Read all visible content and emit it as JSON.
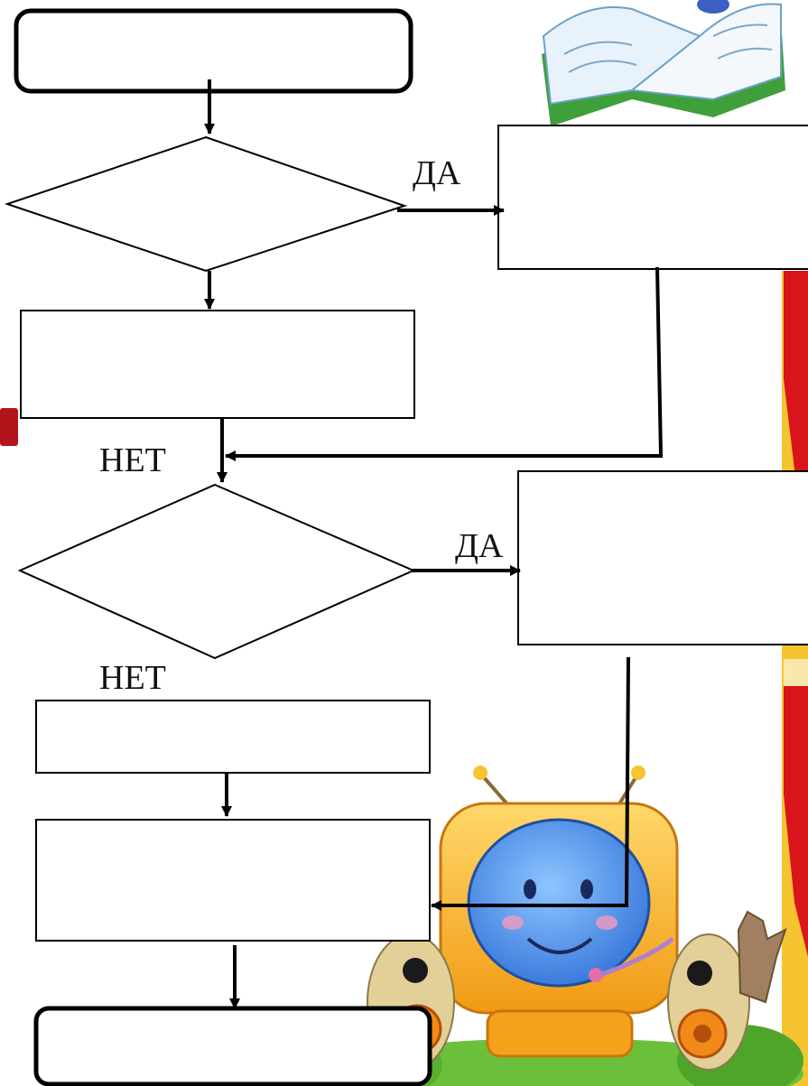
{
  "labels": {
    "yes_1": "ДА",
    "yes_2": "ДА",
    "no_1": "НЕТ",
    "no_2": "НЕТ"
  },
  "nodes": {
    "start": "",
    "decision_1": "",
    "action_yes_1": "",
    "action_no_1": "",
    "decision_2": "",
    "action_yes_2": "",
    "action_no_2": "",
    "merge_block": "",
    "end": ""
  },
  "decorations": {
    "top_right": "open-book-illustration",
    "bottom_right": "cartoon-computer-with-speakers",
    "right_edge": "red-ribbon-border",
    "left_edge": "red-tab"
  },
  "colors": {
    "stroke": "#000000",
    "ribbon_red": "#d9141b",
    "ribbon_yellow": "#f6c431",
    "book_green": "#3f9f3a",
    "screen_blue": "#3d7fe0",
    "monitor_orange": "#f4a21c"
  }
}
